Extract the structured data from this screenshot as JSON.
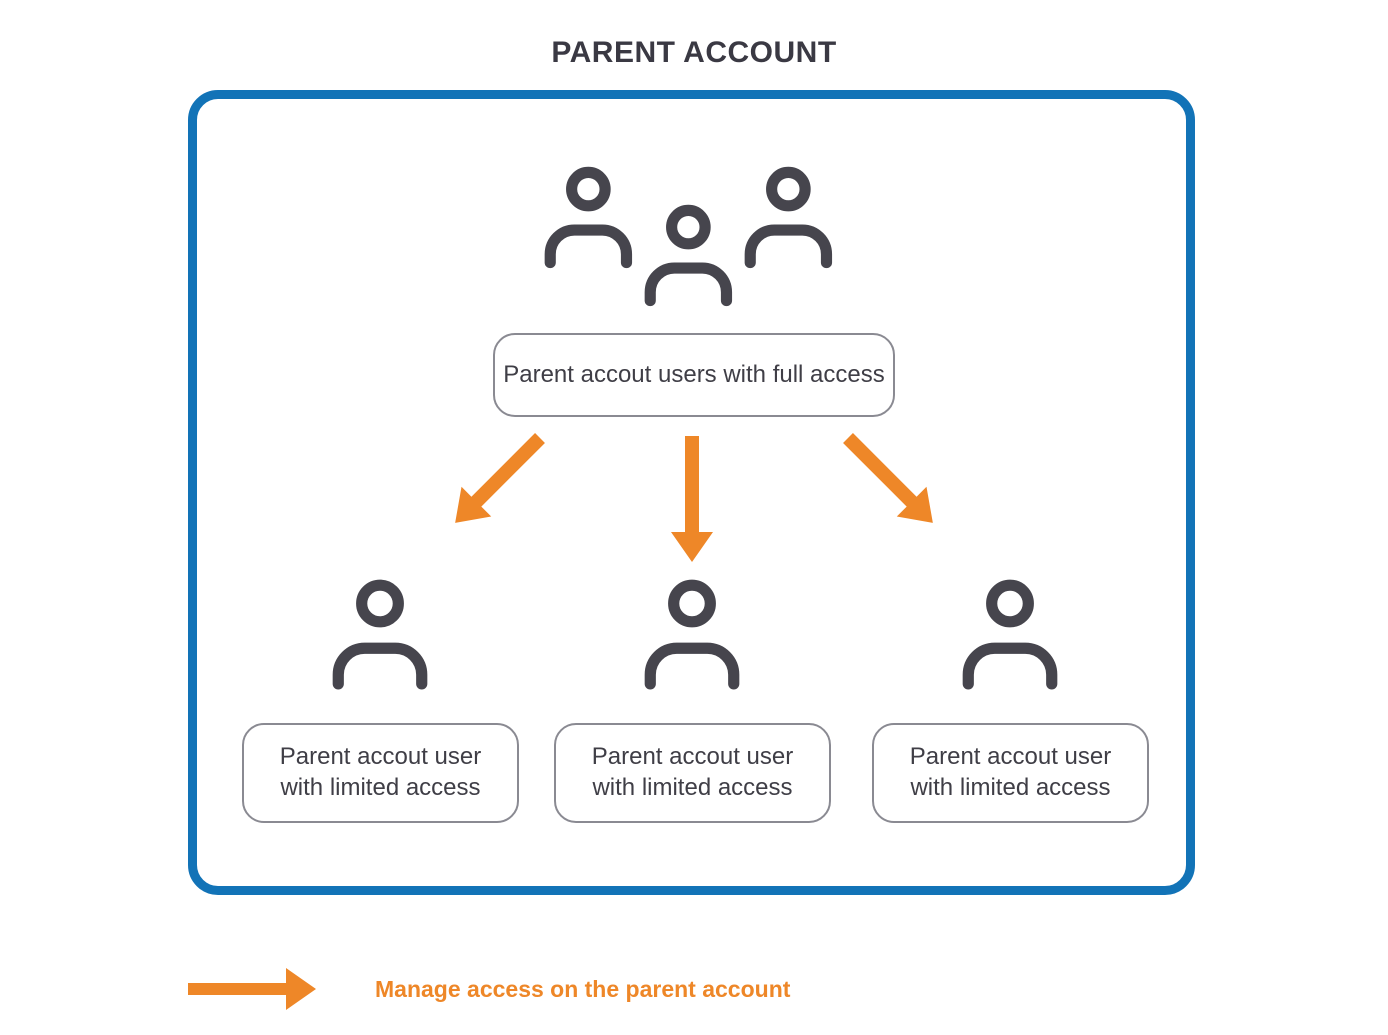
{
  "title": "PARENT ACCOUNT",
  "diagram": {
    "full_access_pill": {
      "label": "Parent accout users with full access"
    },
    "limited_pills": [
      {
        "line1": "Parent accout user",
        "line2": "with limited access"
      },
      {
        "line1": "Parent accout user",
        "line2": "with limited access"
      },
      {
        "line1": "Parent accout user",
        "line2": "with limited access"
      }
    ],
    "icons": {
      "top": "users-group-icon",
      "bottom": [
        "user-icon",
        "user-icon",
        "user-icon"
      ],
      "arrows": [
        "down-left-arrow-icon",
        "down-arrow-icon",
        "down-right-arrow-icon"
      ]
    }
  },
  "legend": {
    "arrow_icon": "right-arrow-icon",
    "label": "Manage access on the parent account"
  },
  "colors": {
    "frame_blue": "#1273B7",
    "arrow_orange": "#EE8728",
    "icon_charcoal": "#46454D",
    "pill_border_gray": "#8A8A92",
    "text_dark": "#3F3E46",
    "title_dark": "#3A3943"
  }
}
